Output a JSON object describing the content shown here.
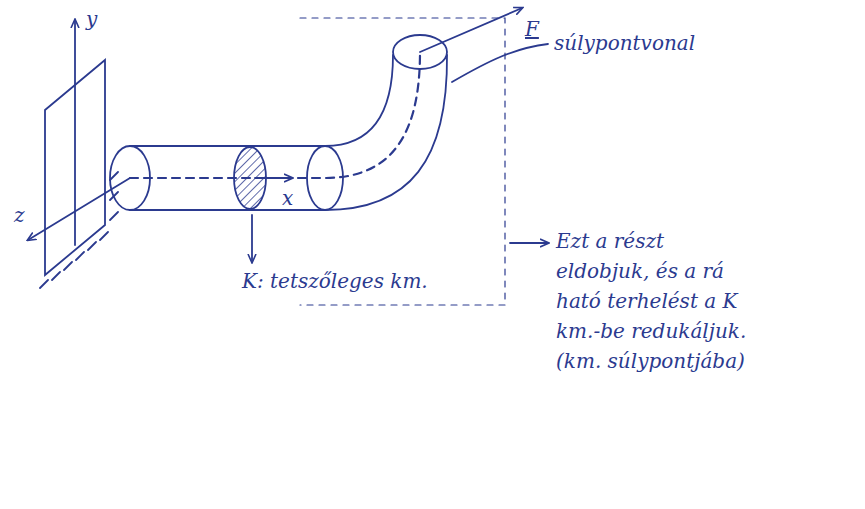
{
  "diagram": {
    "labels": [
      "y",
      "x",
      "z",
      "F",
      "súlypontvonal",
      "Ezt a részt eldobjuk, és a rá ható terhelést a K km.-be redukáljuk. (km. súlypontjába)",
      "K: tetszőleges km."
    ]
  }
}
